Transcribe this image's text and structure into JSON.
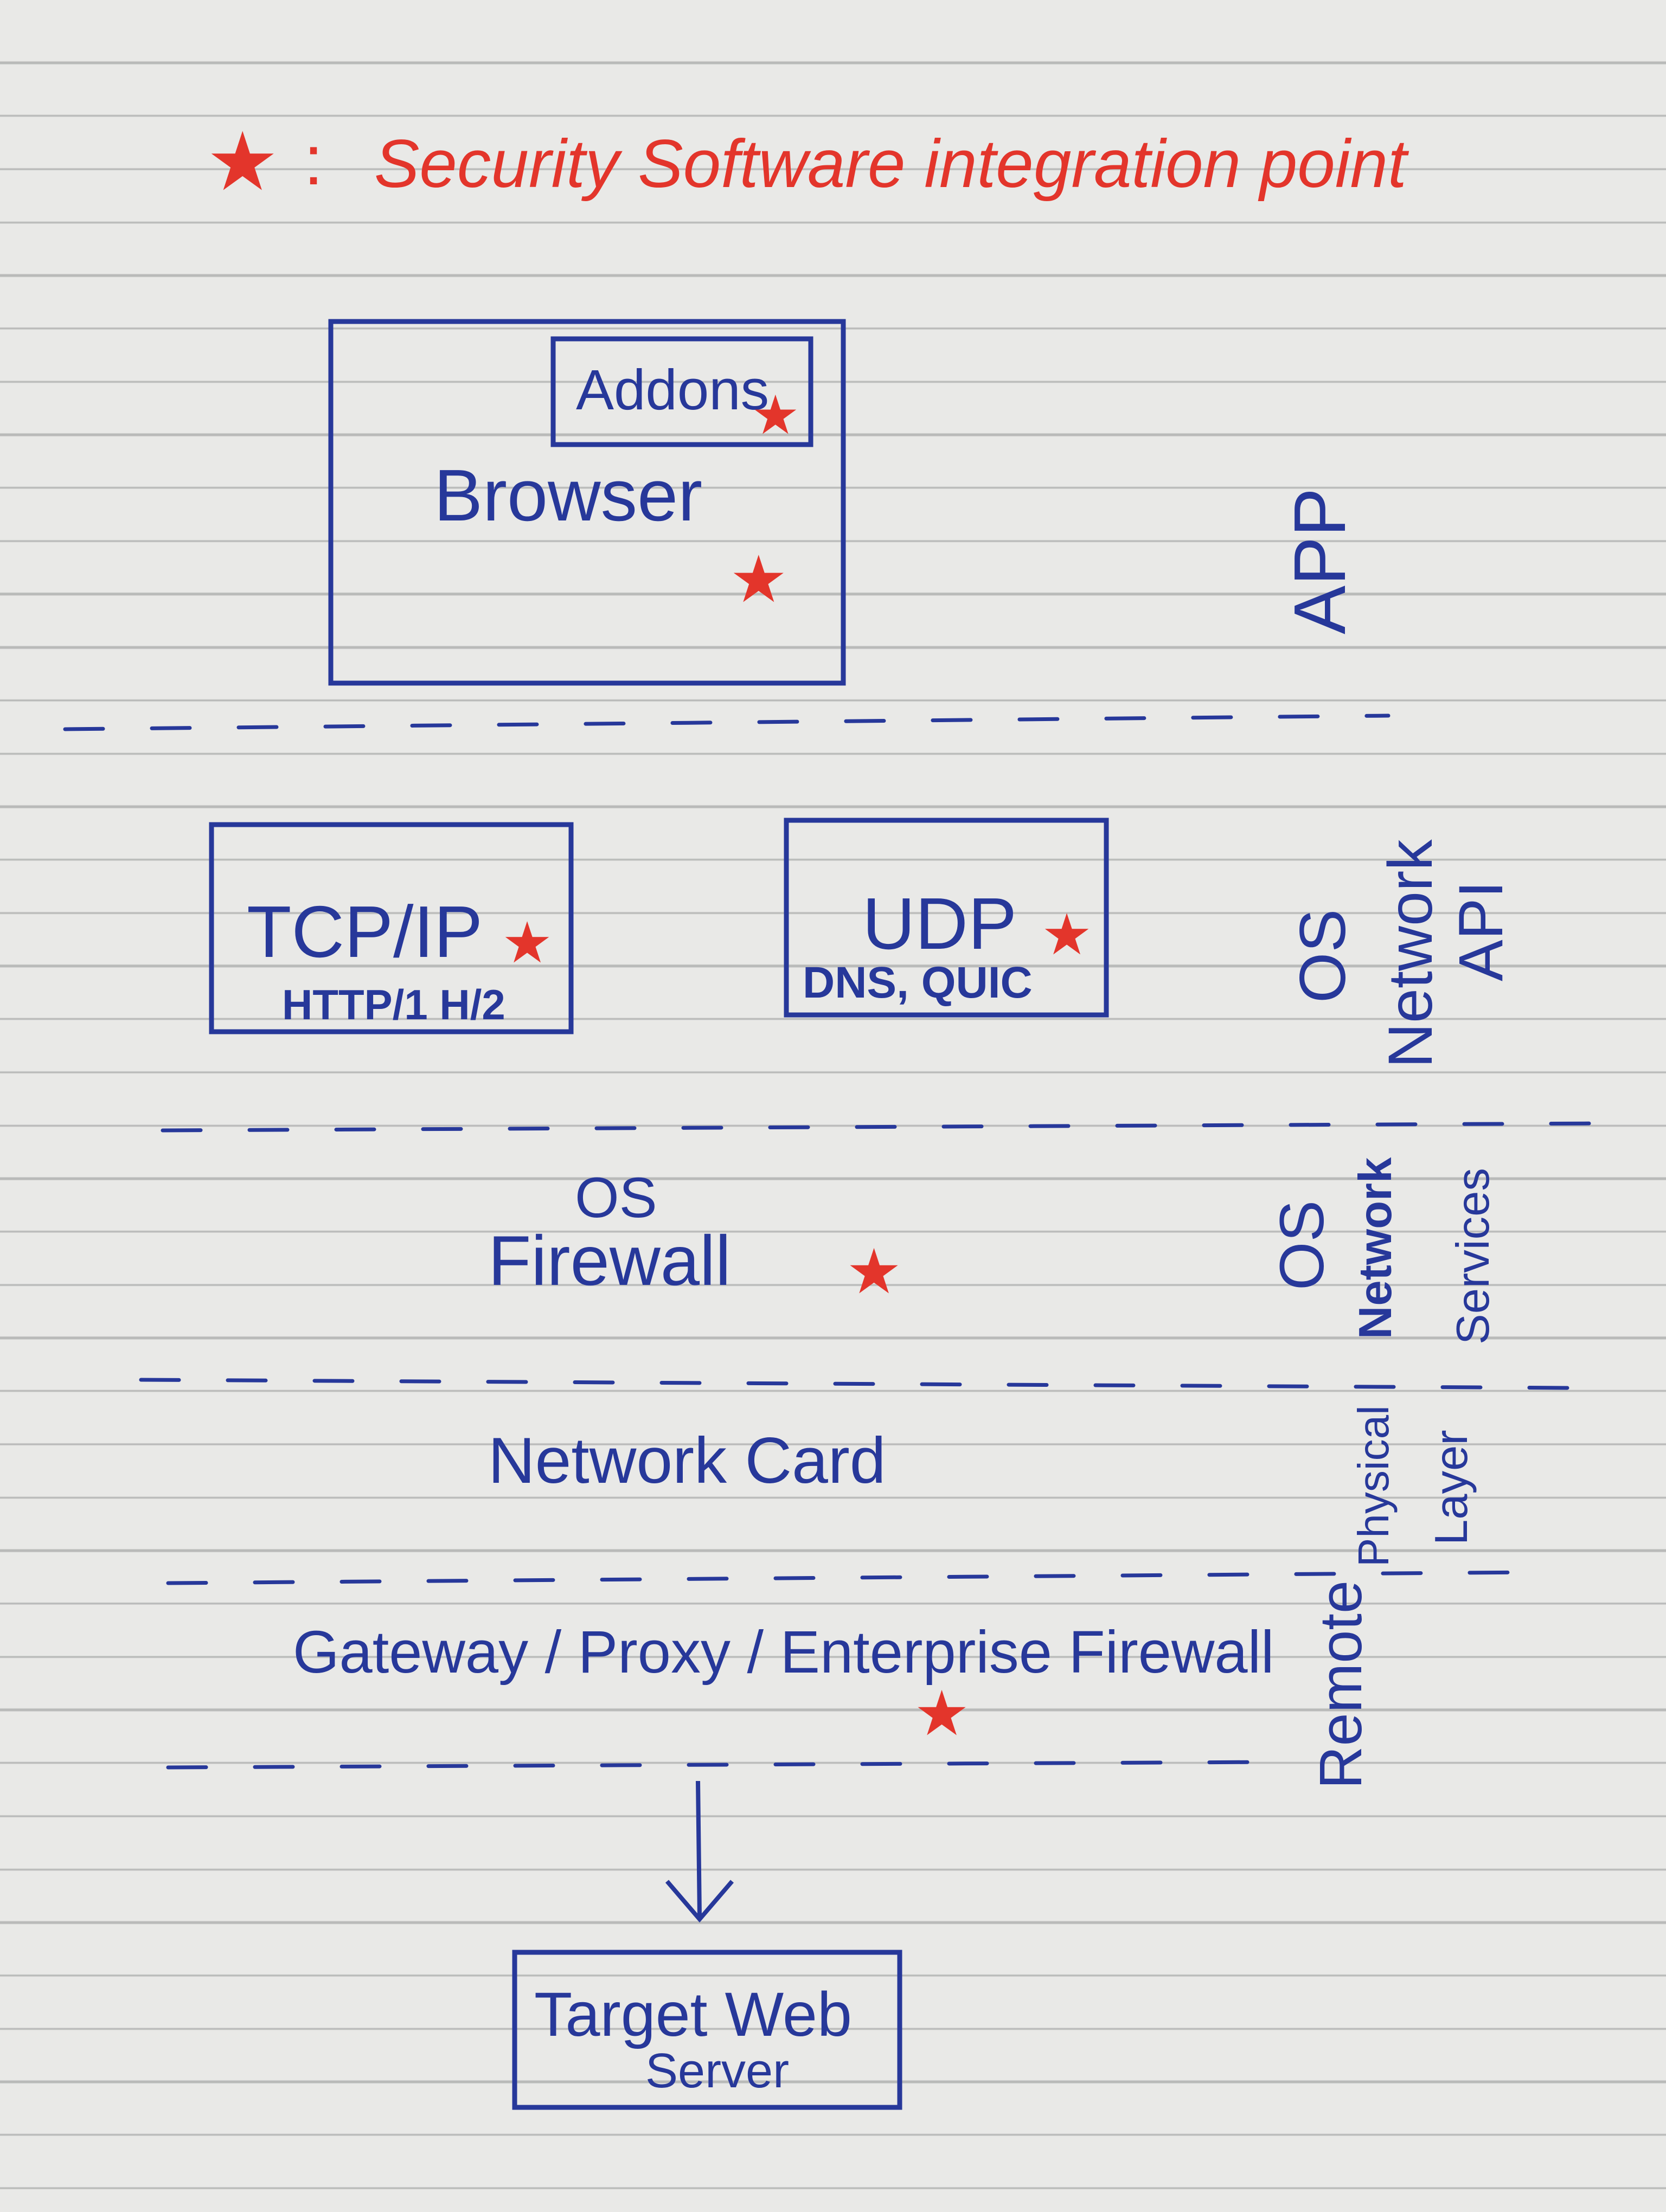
{
  "legend": {
    "symbol": "★",
    "separator": ":",
    "text": "Security Software integration point"
  },
  "layers": {
    "app": {
      "label": "APP",
      "browser": "Browser",
      "addons": "Addons"
    },
    "os_network_api": {
      "label_line1": "OS",
      "label_line2": "Network",
      "label_line3": "API",
      "tcp": {
        "title": "TCP/IP",
        "sub": "HTTP/1  H/2"
      },
      "udp": {
        "title": "UDP",
        "sub": "DNS, QUIC"
      }
    },
    "os_network_services": {
      "label_line1": "OS",
      "label_line2": "Network",
      "label_line3": "Services",
      "firewall_line1": "OS",
      "firewall_line2": "Firewall"
    },
    "physical": {
      "label_line1": "Physical",
      "label_line2": "Layer",
      "network_card": "Network Card"
    },
    "remote": {
      "label": "Remote",
      "gateway": "Gateway / Proxy / Enterprise Firewall"
    },
    "target": {
      "line1": "Target Web",
      "line2": "Server"
    }
  },
  "star_symbol": "★",
  "colors": {
    "ink_blue": "#27389a",
    "ink_red": "#e3352b"
  }
}
